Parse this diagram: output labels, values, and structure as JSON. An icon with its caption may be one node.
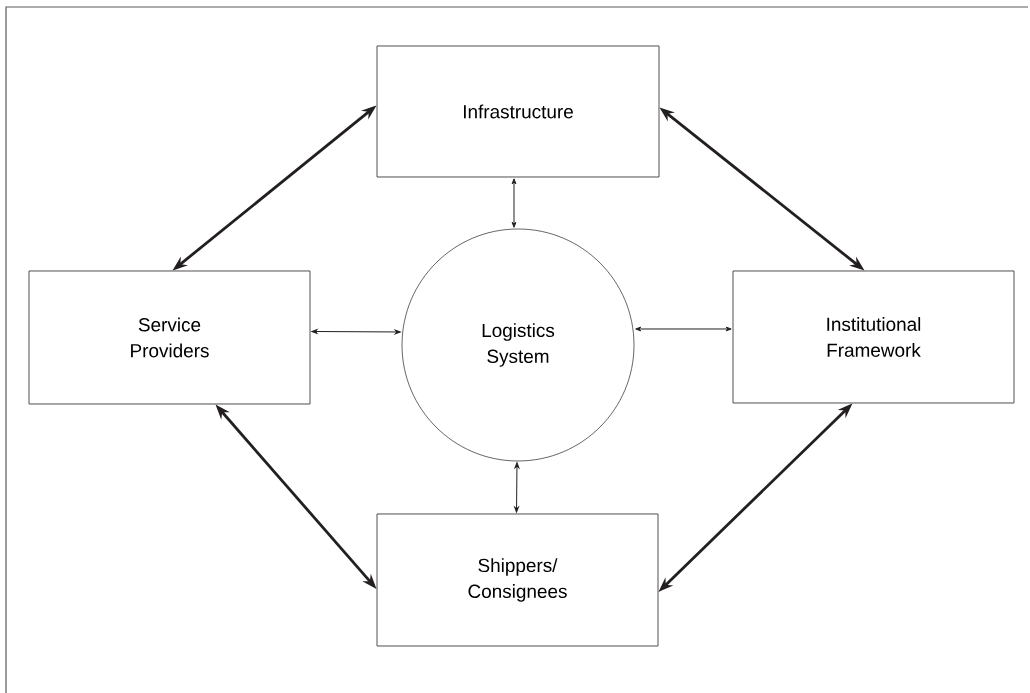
{
  "diagram": {
    "nodes": [
      {
        "text": [
          "Infrastructure"
        ]
      },
      {
        "text": [
          "Service Providers"
        ]
      },
      {
        "text": [
          "Logistics System"
        ]
      },
      {
        "text": [
          "Institutional Framework"
        ]
      },
      {
        "text": [
          "Shippers/ Consignees"
        ]
      }
    ],
    "edges": [
      {
        "from": 0,
        "to": 1,
        "arrow": "both",
        "style": "thick"
      },
      {
        "from": 0,
        "to": 3,
        "arrow": "both",
        "style": "thick"
      },
      {
        "from": 0,
        "to": 2,
        "arrow": "both"
      },
      {
        "from": 1,
        "to": 2,
        "arrow": "both"
      },
      {
        "from": 2,
        "to": 3,
        "arrow": "both"
      },
      {
        "from": 2,
        "to": 4,
        "arrow": "both"
      },
      {
        "from": 1,
        "to": 4,
        "arrow": "both",
        "style": "thick"
      },
      {
        "from": 3,
        "to": 4,
        "arrow": "both",
        "style": "thick"
      }
    ]
  }
}
